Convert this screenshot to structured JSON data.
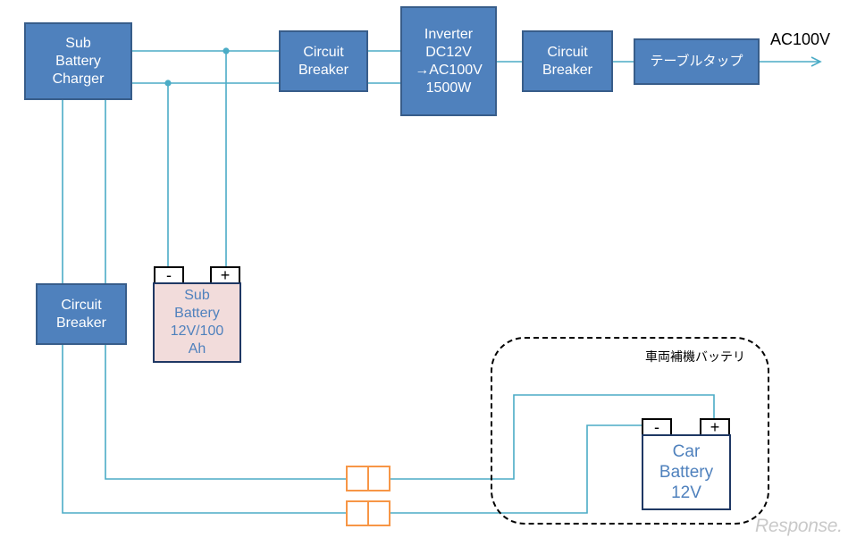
{
  "diagram": {
    "sub_battery_charger": "Sub\nBattery\nCharger",
    "circuit_breaker_1": "Circuit\nBreaker",
    "inverter": "Inverter\nDC12V\n→AC100V\n1500W",
    "circuit_breaker_2": "Circuit\nBreaker",
    "table_tap": "テーブルタップ",
    "output_label": "AC100V",
    "circuit_breaker_3": "Circuit\nBreaker",
    "sub_battery": {
      "label": "Sub\nBattery\n12V/100\nAh",
      "minus": "-",
      "plus": "+"
    },
    "vehicle_group_label": "車両補機バッテリ",
    "car_battery": {
      "label": "Car\nBattery\n12V",
      "minus": "-",
      "plus": "+"
    }
  },
  "colors": {
    "box_fill": "#4f81bd",
    "box_border": "#385d8a",
    "wire": "#4bacc6",
    "connector": "#f79646",
    "battery_fill": "#f2dcdb"
  },
  "watermark": {
    "logo_text": "Response."
  }
}
